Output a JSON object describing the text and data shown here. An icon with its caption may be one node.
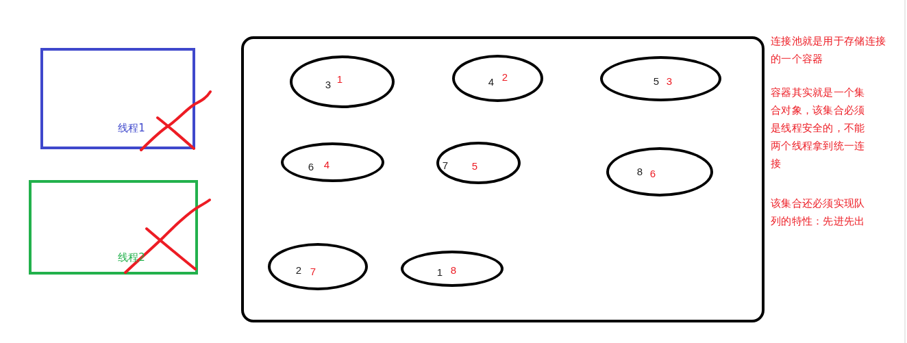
{
  "diagram": {
    "nodes": [
      {
        "text": [
          "线程1"
        ]
      },
      {
        "text": [
          "线程2"
        ]
      },
      {
        "text": [],
        "shape": "box"
      },
      {
        "text": [
          "3",
          "1"
        ],
        "in": 2
      },
      {
        "text": [
          "4",
          "2"
        ],
        "in": 2
      },
      {
        "text": [
          "5",
          "3"
        ],
        "in": 2
      },
      {
        "text": [
          "6",
          "4"
        ],
        "in": 2
      },
      {
        "text": [
          "7",
          "5"
        ],
        "in": 2
      },
      {
        "text": [
          "8",
          "6"
        ],
        "in": 2
      },
      {
        "text": [
          "2",
          "7"
        ],
        "in": 2
      },
      {
        "text": [
          "1",
          "8"
        ],
        "in": 2
      }
    ],
    "labels": [
      "连接池就是用于存储连接的一个容器",
      "容器其实就是一个集合对象，该集合必须是线程安全的，不能两个线程拿到统一连接",
      "该集合还必须实现队列的特性：先进先出"
    ]
  }
}
